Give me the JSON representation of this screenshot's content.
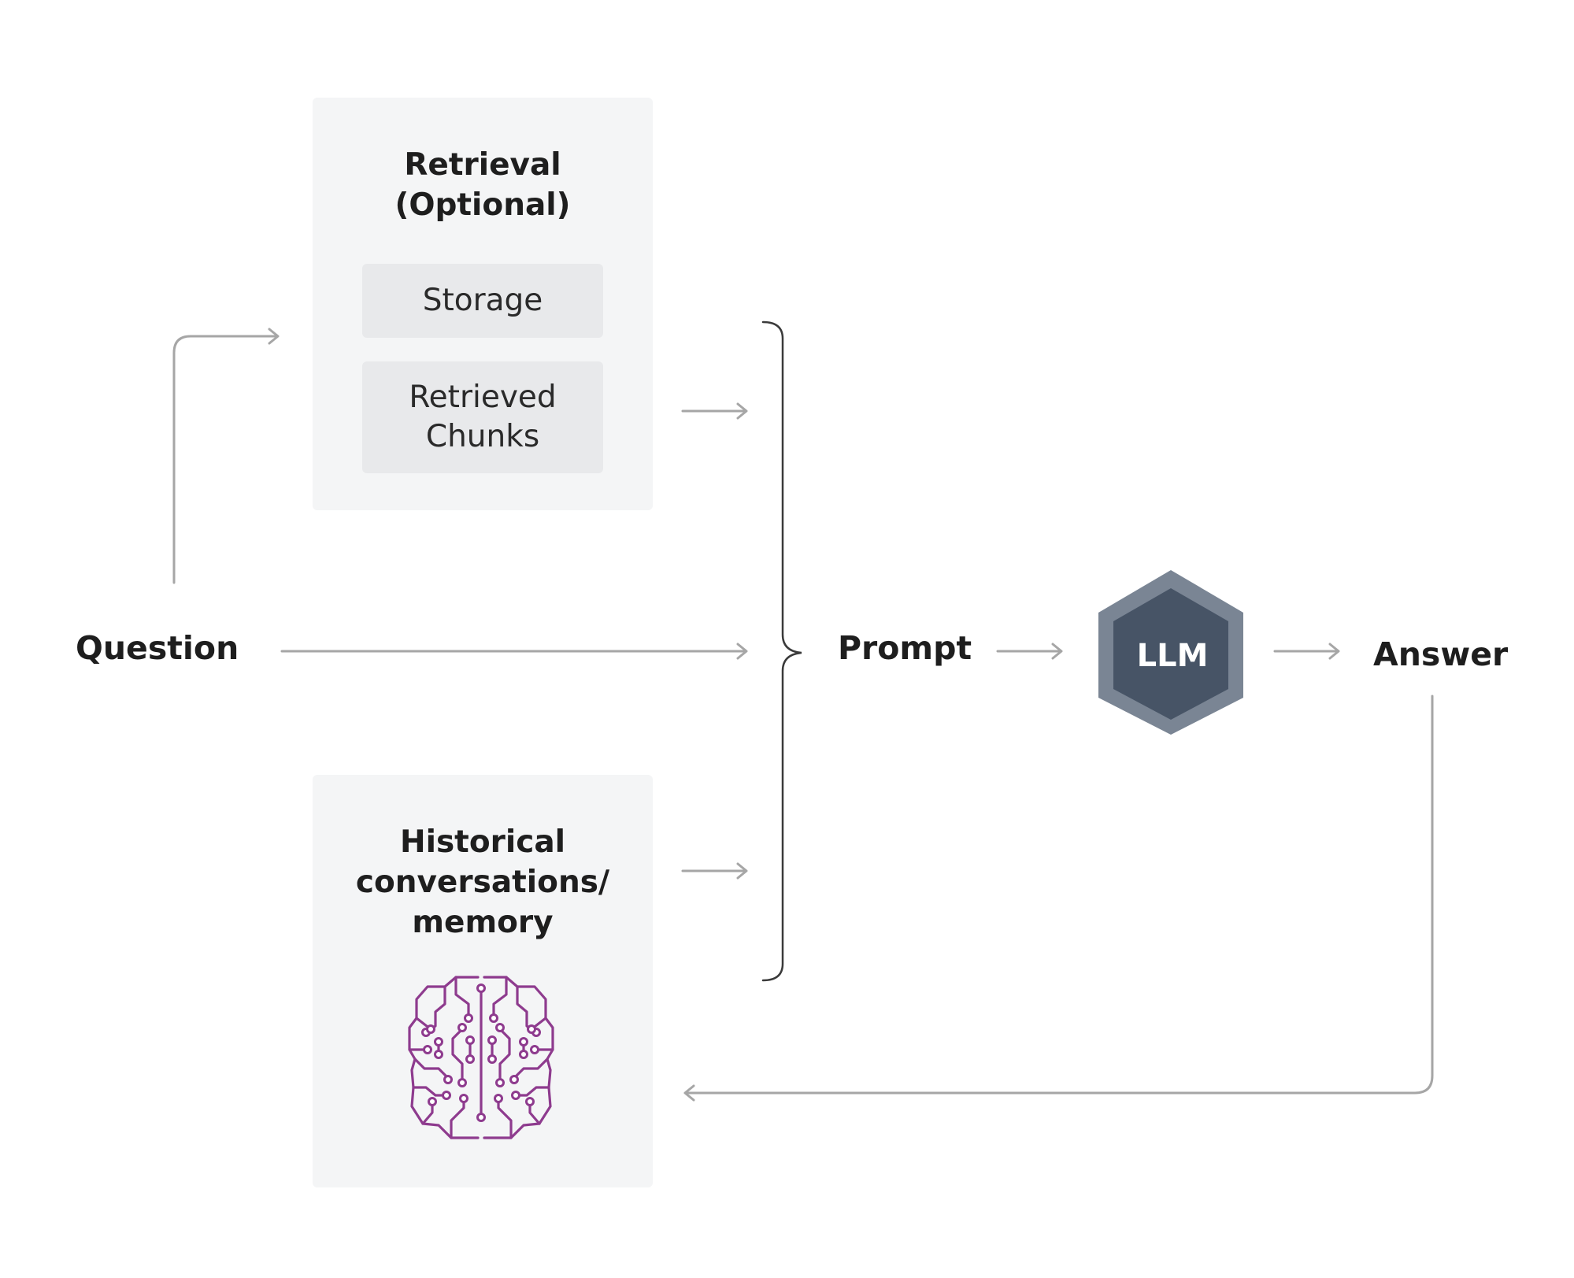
{
  "retrieval": {
    "title_line1": "Retrieval",
    "title_line2": "(Optional)",
    "storage_label": "Storage",
    "chunks_line1": "Retrieved",
    "chunks_line2": "Chunks"
  },
  "memory": {
    "title_line1": "Historical",
    "title_line2": "conversations/",
    "title_line3": "memory",
    "icon": "brain-circuit-icon"
  },
  "nodes": {
    "question": "Question",
    "prompt": "Prompt",
    "llm": "LLM",
    "answer": "Answer"
  },
  "colors": {
    "panel_background": "#f4f5f6",
    "inner_box_background": "#e8e9eb",
    "llm_hexagon": "#475466",
    "llm_hexagon_border": "#7a8594",
    "arrow": "#a6a6a6",
    "brain_icon": "#8e3b8e",
    "text": "#1e1e1e"
  }
}
